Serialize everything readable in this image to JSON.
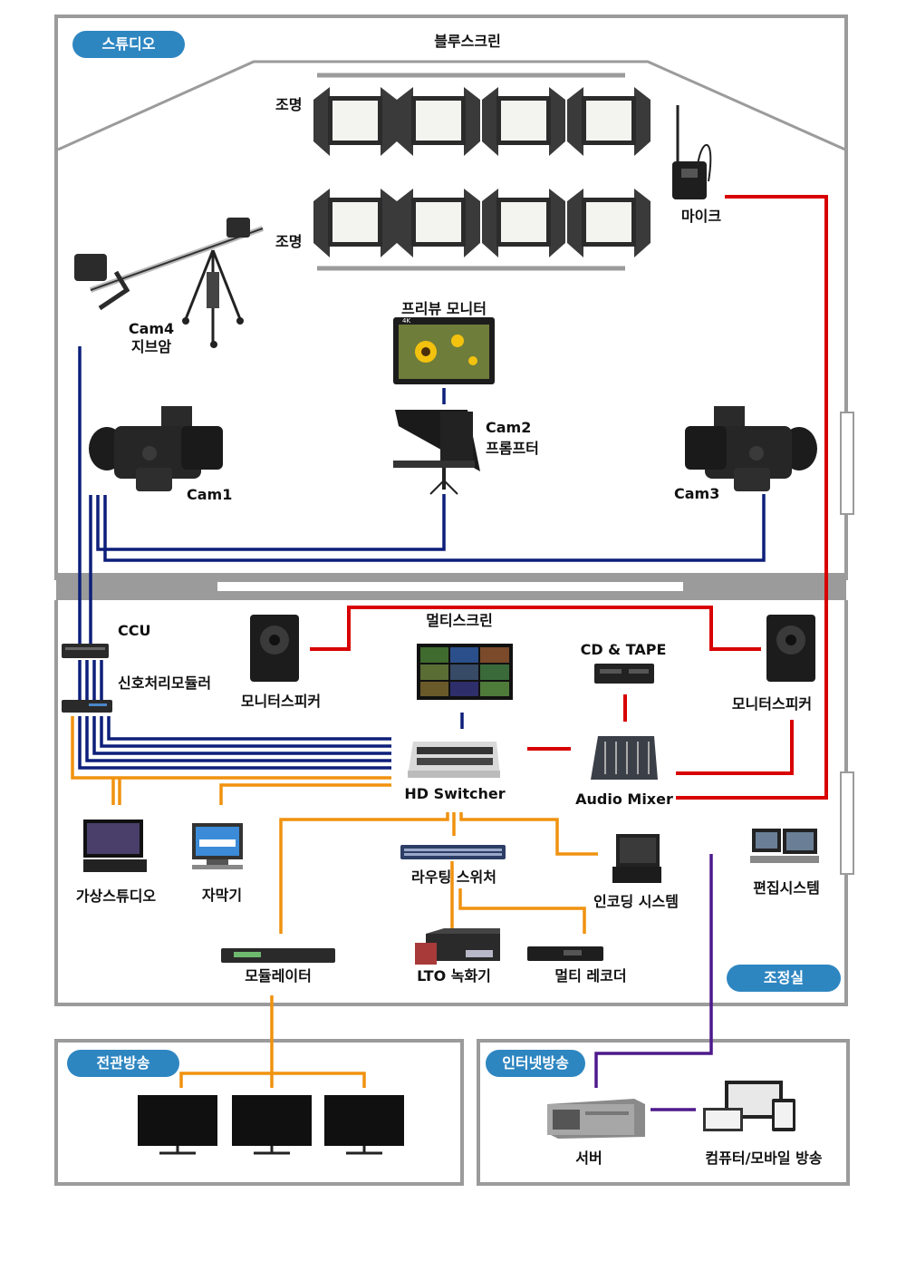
{
  "regions": {
    "studio": "스튜디오",
    "control": "조정실",
    "broadcast": "전관방송",
    "internet": "인터넷방송"
  },
  "studio": {
    "bluescreen": "블루스크린",
    "lights_top": "조명",
    "lights_bottom": "조명",
    "mic": "마이크",
    "cam4": "Cam4",
    "cam4_sub": "지브암",
    "preview_monitor": "프리뷰 모니터",
    "preview_badge": "4K",
    "cam2": "Cam2",
    "prompter": "프롬프터",
    "cam1": "Cam1",
    "cam3": "Cam3"
  },
  "control": {
    "ccu": "CCU",
    "signal_mod": "신호처리모듈러",
    "monitor_speaker_left": "모니터스피커",
    "monitor_speaker_right": "모니터스피커",
    "multiscreen": "멀티스크린",
    "cd_tape": "CD & TAPE",
    "hd_switcher": "HD Switcher",
    "audio_mixer": "Audio Mixer",
    "virtual_studio": "가상스튜디오",
    "caption": "자막기",
    "routing": "라우팅 스위처",
    "encoding": "인코딩 시스템",
    "editing": "편집시스템",
    "modulator": "모듈레이터",
    "lto": "LTO 녹화기",
    "multi_recorder": "멀티 레코더"
  },
  "internet": {
    "server": "서버",
    "pc_mobile": "컴퓨터/모바일 방송"
  },
  "colors": {
    "video": "#0d1f7a",
    "audio": "#d80000",
    "distribution": "#f0920f",
    "network": "#4e1a8c",
    "frame": "#9b9b9b",
    "pill": "#2e86c1"
  }
}
